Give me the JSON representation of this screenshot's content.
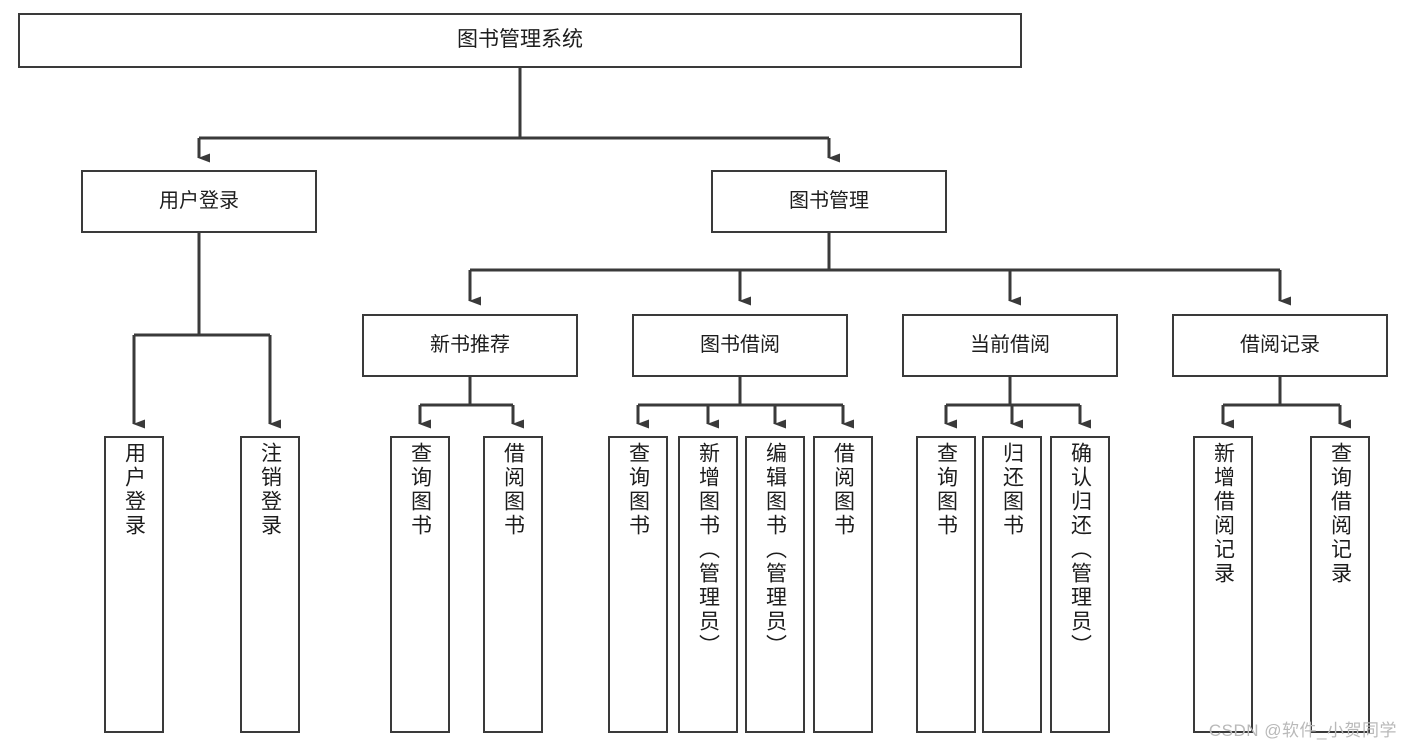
{
  "diagram": {
    "title_node": {
      "label": "图书管理系统"
    },
    "level2": [
      {
        "id": "user-login",
        "label": "用户登录"
      },
      {
        "id": "book-management",
        "label": "图书管理"
      }
    ],
    "level3": [
      {
        "id": "new-book-recommend",
        "label": "新书推荐"
      },
      {
        "id": "book-borrow",
        "label": "图书借阅"
      },
      {
        "id": "current-borrow",
        "label": "当前借阅"
      },
      {
        "id": "borrow-record",
        "label": "借阅记录"
      }
    ],
    "leaves": {
      "user_login": [
        {
          "id": "leaf-user-login",
          "label": "用户登录"
        },
        {
          "id": "leaf-logout-login",
          "label": "注销登录"
        }
      ],
      "new_book_recommend": [
        {
          "id": "leaf-query-book-1",
          "label": "查询图书"
        },
        {
          "id": "leaf-borrow-book-1",
          "label": "借阅图书"
        }
      ],
      "book_borrow": [
        {
          "id": "leaf-query-book-2",
          "label": "查询图书"
        },
        {
          "id": "leaf-add-book-admin",
          "label": "新增图书（管理员）"
        },
        {
          "id": "leaf-edit-book-admin",
          "label": "编辑图书（管理员）"
        },
        {
          "id": "leaf-borrow-book-2",
          "label": "借阅图书"
        }
      ],
      "current_borrow": [
        {
          "id": "leaf-query-book-3",
          "label": "查询图书"
        },
        {
          "id": "leaf-return-book",
          "label": "归还图书"
        },
        {
          "id": "leaf-confirm-return-admin",
          "label": "确认归还（管理员）"
        }
      ],
      "borrow_record": [
        {
          "id": "leaf-add-borrow-record",
          "label": "新增借阅记录"
        },
        {
          "id": "leaf-query-borrow-record",
          "label": "查询借阅记录"
        }
      ]
    },
    "watermark": {
      "text": "CSDN @软件_小贺同学"
    },
    "colors": {
      "stroke": "#3a3a3a",
      "fill": "#ffffff",
      "text": "#1d1d1d",
      "watermark": "#b9b9b9"
    }
  }
}
